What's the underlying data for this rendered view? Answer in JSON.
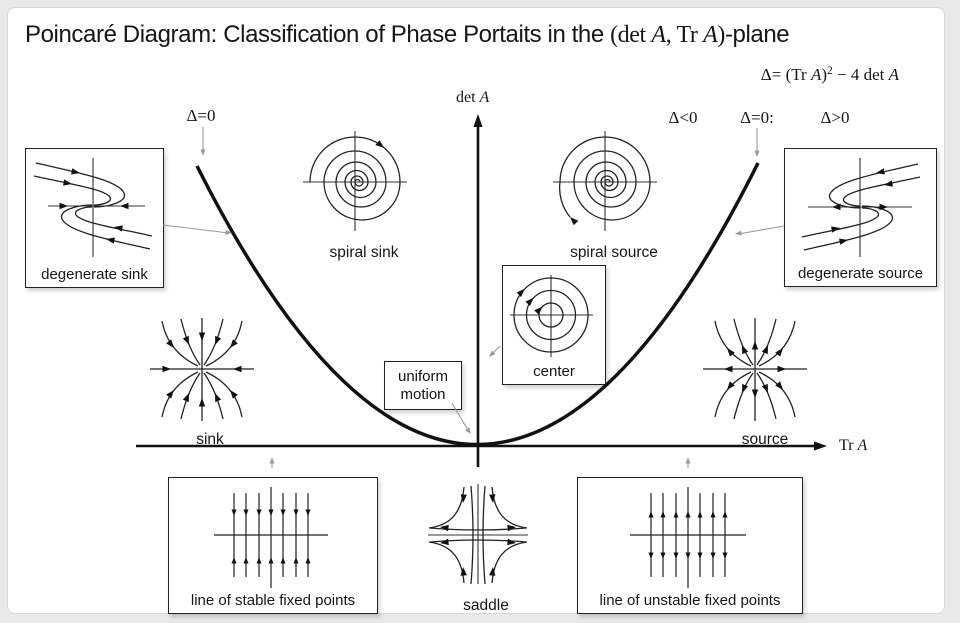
{
  "colors": {
    "background": "#e9e9e9",
    "slide": "#ffffff",
    "ink": "#111111",
    "guide_arrow": "#999999"
  },
  "title": {
    "lead": "Poincaré Diagram: Classification of Phase Portaits in the ",
    "math_open": "(det ",
    "var_a1": "A",
    "math_mid": ", Tr ",
    "var_a2": "A",
    "math_close": ")",
    "tail": "-plane"
  },
  "formula": {
    "lhs": "Δ= (Tr ",
    "var_a1": "A",
    "close": ")",
    "exponent": "2",
    "rhs": " − 4 det ",
    "var_a2": "A"
  },
  "axes": {
    "y_label_fn": "det ",
    "y_label_var": "A",
    "x_label_fn": "Tr ",
    "x_label_var": "A"
  },
  "region_labels": {
    "delta_eq_zero_left": "Δ=0",
    "delta_lt_zero": "Δ<0",
    "delta_eq_zero_top": "Δ=0:",
    "delta_gt_zero": "Δ>0"
  },
  "portraits": {
    "degenerate_sink": "degenerate sink",
    "spiral_sink": "spiral sink",
    "spiral_source": "spiral source",
    "degenerate_source": "degenerate source",
    "sink": "sink",
    "source": "source",
    "center": "center",
    "uniform_motion_line1": "uniform",
    "uniform_motion_line2": "motion",
    "saddle": "saddle",
    "line_stable": "line of stable fixed points",
    "line_unstable": "line of unstable fixed points"
  }
}
